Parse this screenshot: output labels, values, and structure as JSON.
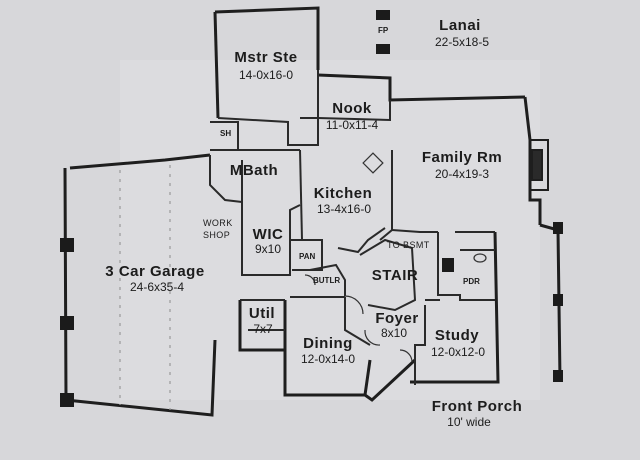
{
  "rooms": {
    "lanai": {
      "name": "Lanai",
      "dims": "22-5x18-5"
    },
    "mstr_ste": {
      "name": "Mstr Ste",
      "dims": "14-0x16-0"
    },
    "nook": {
      "name": "Nook",
      "dims": "11-0x11-4"
    },
    "family_rm": {
      "name": "Family Rm",
      "dims": "20-4x19-3"
    },
    "mbath": {
      "name": "MBath"
    },
    "kitchen": {
      "name": "Kitchen",
      "dims": "13-4x16-0"
    },
    "wic": {
      "name": "WIC",
      "dims": "9x10"
    },
    "garage": {
      "name": "3 Car Garage",
      "dims": "24-6x35-4"
    },
    "util": {
      "name": "Util",
      "dims": "7x7"
    },
    "dining": {
      "name": "Dining",
      "dims": "12-0x14-0"
    },
    "foyer": {
      "name": "Foyer",
      "dims": "8x10"
    },
    "study": {
      "name": "Study",
      "dims": "12-0x12-0"
    },
    "front_porch": {
      "name": "Front Porch",
      "dims": "10' wide"
    }
  },
  "small_labels": {
    "fp": "FP",
    "sh": "SH",
    "work": "WORK",
    "shop": "SHOP",
    "pan": "PAN",
    "butlr": "BUTLR",
    "to_bsmt": "TO BSMT",
    "stair": "STAIR",
    "pdr": "PDR"
  }
}
